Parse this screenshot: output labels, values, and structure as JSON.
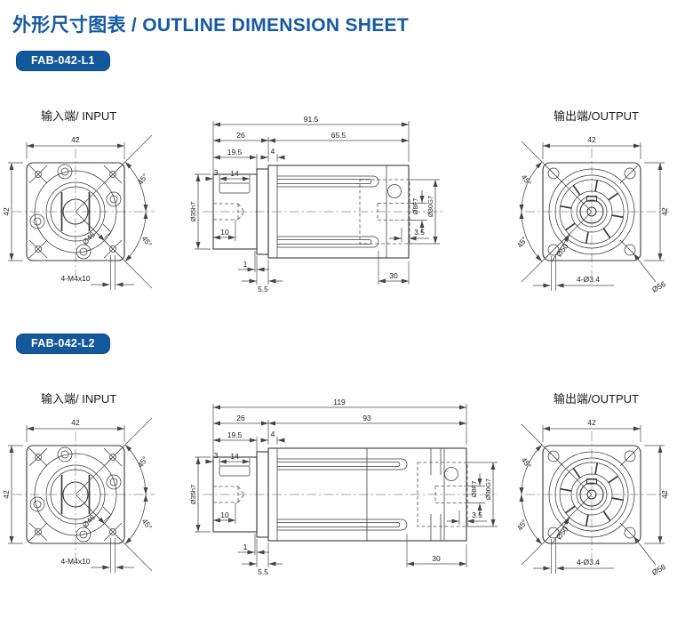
{
  "page": {
    "title": "外形尺寸图表 / OUTLINE DIMENSION SHEET"
  },
  "colors": {
    "accent": "#1659a4",
    "badge_bg": "#14589c",
    "line": "#3a3a3a"
  },
  "sections": [
    {
      "badge": "FAB-042-L1",
      "input_label": "输入端/ INPUT",
      "output_label": "输出端/OUTPUT",
      "input": {
        "w": "42",
        "h": "42",
        "d46": "Ø46",
        "a1": "45°",
        "a2": "45°",
        "screws": "4-M4x10"
      },
      "side": {
        "total": "91.5",
        "seg1": "26",
        "seg2": "65.5",
        "depth": "19.5",
        "step": "4",
        "koff": "3",
        "klen": "14",
        "inbore": "Ø35h7",
        "tdepth": "10",
        "lip": "1",
        "plate": "5.5",
        "outbore": "Ø8F7",
        "pilot": "Ø30G7",
        "recess": "3.5",
        "rear": "30"
      },
      "output": {
        "w": "42",
        "h": "42",
        "a1": "45°",
        "a2": "45°",
        "d50": "Ø50",
        "holes": "4-Ø3.4",
        "d56": "Ø56"
      }
    },
    {
      "badge": "FAB-042-L2",
      "input_label": "输入端/ INPUT",
      "output_label": "输出端/OUTPUT",
      "input": {
        "w": "42",
        "h": "42",
        "d46": "Ø46",
        "a1": "45°",
        "a2": "45°",
        "screws": "4-M4x10"
      },
      "side": {
        "total": "119",
        "seg1": "26",
        "seg2": "93",
        "depth": "19.5",
        "step": "4",
        "koff": "3",
        "klen": "14",
        "inbore": "Ø35h7",
        "tdepth": "10",
        "lip": "1",
        "plate": "5.5",
        "outbore": "Ø8F7",
        "pilot": "Ø30G7",
        "recess": "3.5",
        "rear": "30"
      },
      "output": {
        "w": "42",
        "h": "42",
        "a1": "45°",
        "a2": "45°",
        "d50": "Ø50",
        "holes": "4-Ø3.4",
        "d56": "Ø56"
      }
    }
  ]
}
